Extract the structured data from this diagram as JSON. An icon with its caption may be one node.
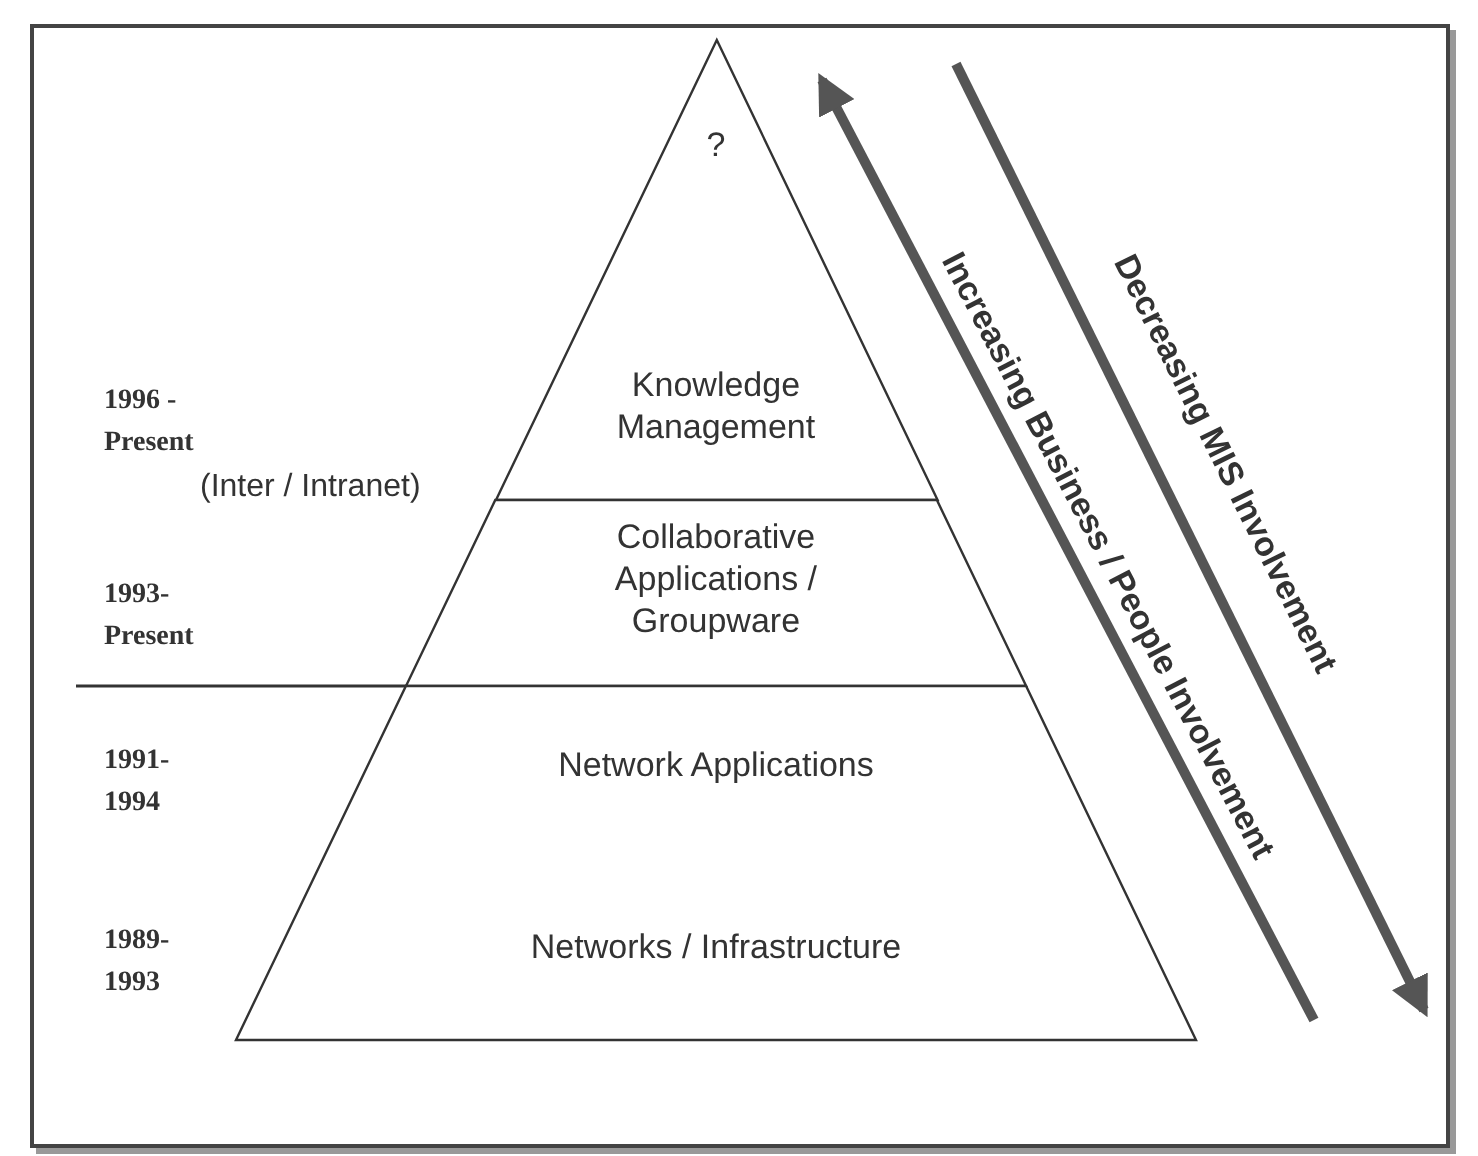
{
  "diagram": {
    "nodes": [
      {
        "text": [
          "?",
          "Knowledge Management"
        ]
      },
      {
        "text": [
          "Collaborative Applications / Groupware"
        ]
      },
      {
        "text": [
          "Network Applications",
          "Networks / Infrastructure"
        ]
      }
    ],
    "labels": [
      "1996 - Present",
      "(Inter / Intranet)",
      "1993- Present",
      "1991- 1994",
      "1989- 1993",
      "Increasing Business / People Involvement",
      "Decreasing MIS Involvement"
    ]
  }
}
